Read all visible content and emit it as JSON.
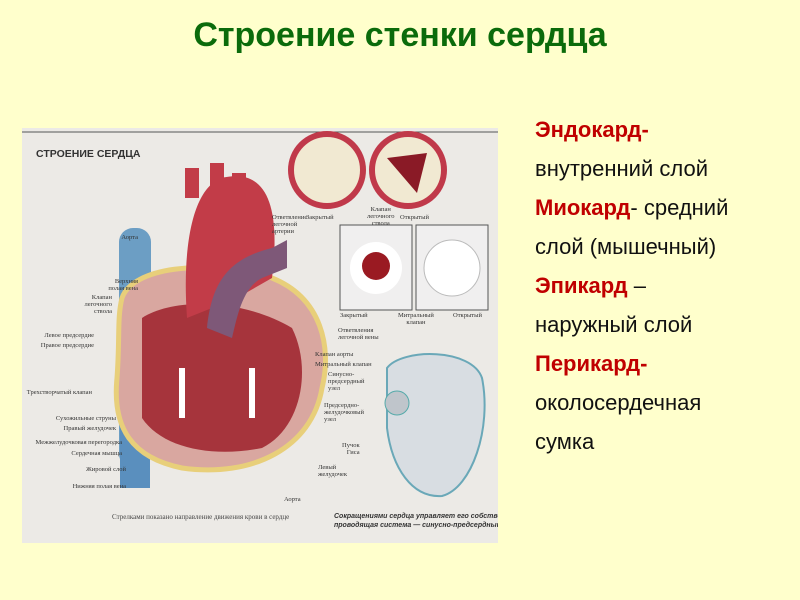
{
  "title": "Строение стенки сердца",
  "figure": {
    "heading": "СТРОЕНИЕ СЕРДЦА",
    "labels_left": [
      "Аорта",
      "Верхняя\nполая вена",
      "Клапан\nлегочного\nствола",
      "Левое предсердие",
      "Правое предсердие",
      "Трехстворчатый клапан",
      "Сухожильные струны",
      "Правый желудочек",
      "Межжелудочковая перегородка",
      "Сердечная мышца",
      "Жировой слой",
      "Нижняя полая вена"
    ],
    "labels_right": {
      "pulm_artery_branch": "Ответвление\nлегочной\nартерии",
      "closed1": "Закрытый",
      "pulm_valve": "Клапан\nлегочного\nствола",
      "open1": "Открытый",
      "closed2": "Закрытый",
      "mitral_valve_top": "Митральный\nклапан",
      "open2": "Открытый",
      "pulm_vein_branches": "Ответвления\nлегочной вены",
      "aortic_valve": "Клапан аорты",
      "mitral_valve": "Митральный клапан",
      "sa_node": "Синусно-\nпредсердный\nузел",
      "av_node": "Предсердно-\nжелудочковый\nузел",
      "his_bundle": "Пучок\nГиса",
      "left_ventricle": "Левый\nжелудочек",
      "aorta_bottom": "Аорта"
    },
    "caption": "Стрелками показано направление движения крови в сердце",
    "caption_conduction": "Сокращениями сердца управляет его собственная\nпроводящая система — синусно-предсердный узел."
  },
  "layers": [
    {
      "term": "Эндокард",
      "sep": "-",
      "desc": [
        "внутренний слой"
      ]
    },
    {
      "term": "Миокард",
      "sep": "- средний",
      "desc": [
        "слой (мышечный)"
      ]
    },
    {
      "term": "Эпикард",
      "sep": " –",
      "desc": [
        "наружный слой"
      ]
    },
    {
      "term": "Перикард",
      "sep": "-",
      "desc": [
        "околосердечная",
        "сумка"
      ]
    }
  ],
  "colors": {
    "background": "#FFFFCC",
    "title": "#0B6B0B",
    "term": "#C00000"
  }
}
